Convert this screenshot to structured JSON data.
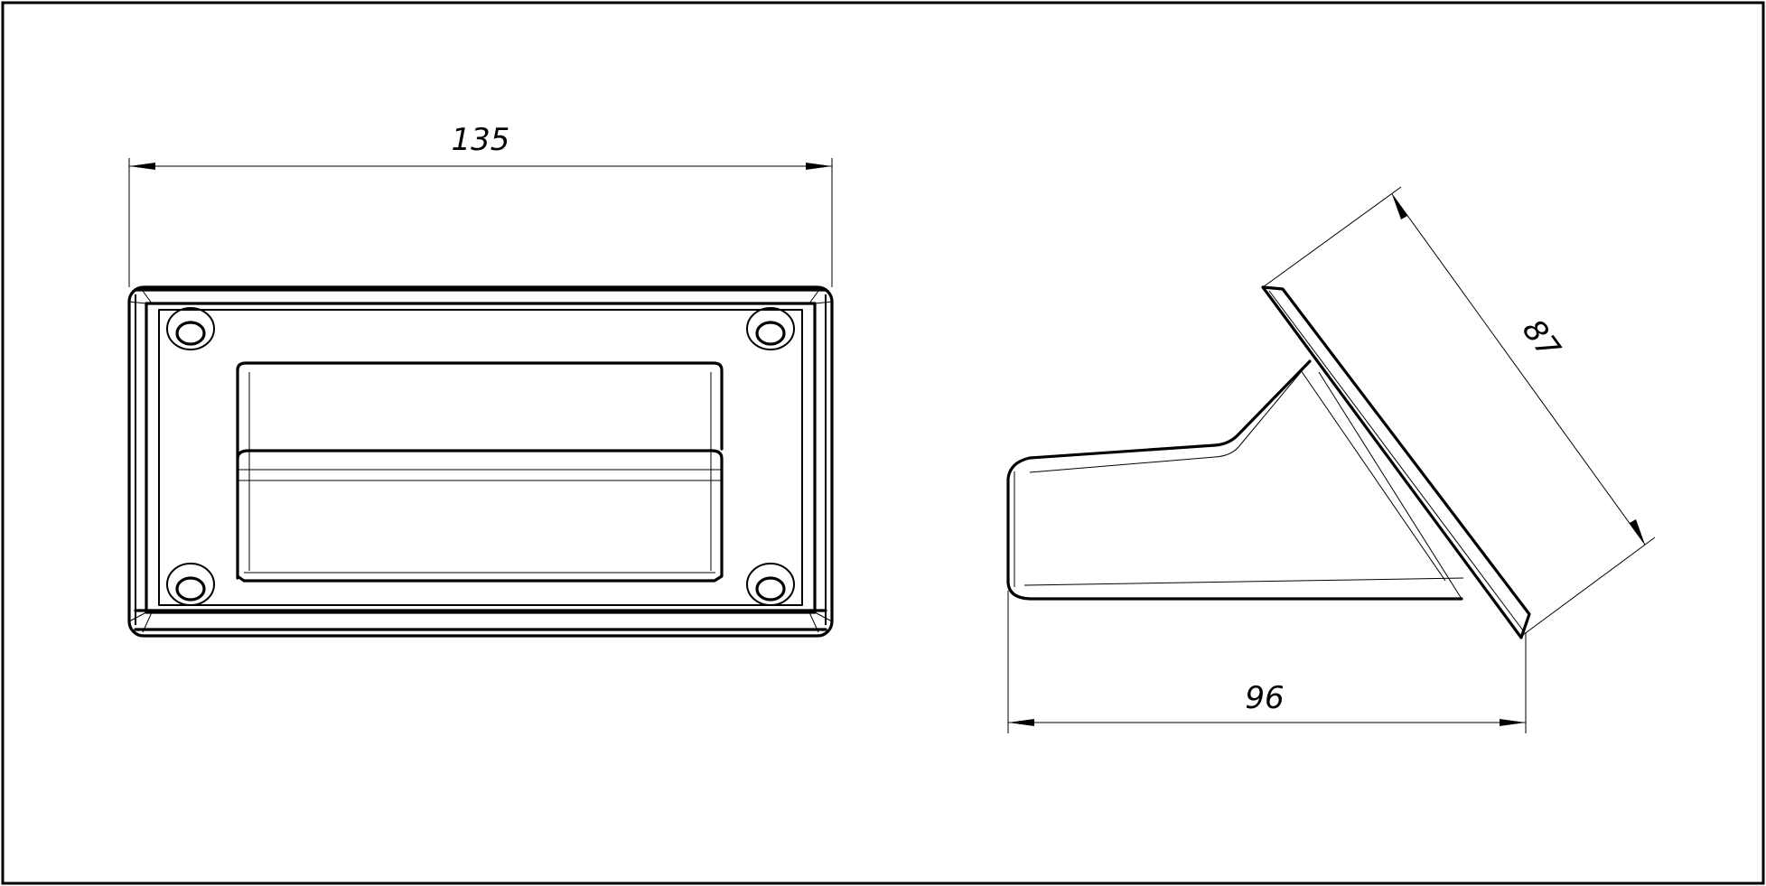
{
  "drawing": {
    "line_color": "#000000",
    "background": "#ffffff",
    "dimensions": {
      "front_width": "135",
      "side_length": "96",
      "side_flange": "87"
    }
  }
}
